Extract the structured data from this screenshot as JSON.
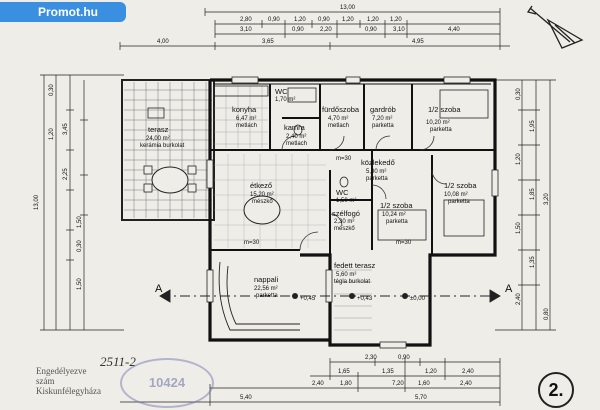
{
  "watermark": {
    "label": "Promot.hu"
  },
  "sheet": {
    "number": "2."
  },
  "permit": {
    "line1": "Engedélyezve",
    "line2": "szám",
    "line3": "Kiskunfélegyháza",
    "number": "2511-2",
    "stamp": "10424"
  },
  "section_marks": {
    "a_left": "A",
    "a_right": "A"
  },
  "levels": {
    "terrace": "+0,45",
    "porch": "+0,43",
    "ground": "±0,00"
  },
  "rooms": {
    "terasz": {
      "name": "terasz",
      "area": "24,00 m²",
      "floor": "kerámia burkolat"
    },
    "konyha": {
      "name": "konyha",
      "area": "6,47 m²",
      "floor": "metlach"
    },
    "kamra": {
      "name": "kamra",
      "area": "2,40 m²",
      "floor": "metlach"
    },
    "wc1": {
      "name": "WC",
      "area": "1,70 m²"
    },
    "furdoszoba": {
      "name": "fürdőszoba",
      "area": "4,70 m²",
      "floor": "metlach"
    },
    "gardrob": {
      "name": "gardrób",
      "area": "7,20 m²",
      "floor": "parketta"
    },
    "szoba1": {
      "name": "1/2 szoba",
      "area": "10,20 m²",
      "floor": "parketta"
    },
    "kozlekedo": {
      "name": "közlekedő",
      "area": "5,80 m²",
      "floor": "parketta"
    },
    "etkezo": {
      "name": "étkező",
      "area": "15,20 m²",
      "floor": "mészkő"
    },
    "wc2": {
      "name": "WC",
      "area": "1,50 m²"
    },
    "szelfelfogo": {
      "name": "szélfogó",
      "area": "2,30 m²",
      "floor": "mészkő"
    },
    "szoba2": {
      "name": "1/2 szoba",
      "area": "10,24 m²",
      "floor": "parketta"
    },
    "szoba3": {
      "name": "1/2 szoba",
      "area": "10,08 m²",
      "floor": "parketta"
    },
    "nappali": {
      "name": "nappali",
      "area": "22,56 m²",
      "floor": "parketta"
    },
    "fedett_terasz": {
      "name": "fedett terasz",
      "area": "5,60 m²",
      "floor": "tégla burkolat"
    }
  },
  "dims": {
    "top_total": "13,00",
    "top_row2": [
      "2,80",
      "0,90",
      "1,20",
      "0,90",
      "1,20",
      "1,20",
      "1,20"
    ],
    "top_row3": [
      "3,10",
      "0,90",
      "2,20",
      "0,90",
      "3,10",
      "4,40"
    ],
    "top_row4": [
      "4,00",
      "3,65",
      "4,95"
    ],
    "left_total": "13,00",
    "left_chain": [
      "0,30",
      "1,20",
      "3,45",
      "2,25",
      "1,50",
      "0,30",
      "1,50"
    ],
    "right_chain": [
      "0,30",
      "1,95",
      "1,20",
      "1,85",
      "1,50",
      "1,35",
      "2,40",
      "3,20",
      "0,80"
    ],
    "bottom_row1": [
      "2,30",
      "1,65",
      "0,90",
      "1,35",
      "1,20",
      "2,40"
    ],
    "bottom_row2": [
      "2,40",
      "1,80",
      "7,20",
      "1,60",
      "2,40"
    ],
    "bottom_row3": [
      "5,40",
      "5,70"
    ],
    "misc": [
      "m=30",
      "m=30",
      "m=30"
    ]
  }
}
